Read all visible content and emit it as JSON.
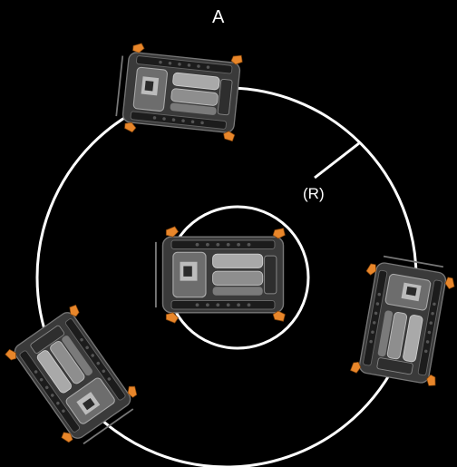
{
  "labels": {
    "point_a": "A",
    "radius": "(R)"
  },
  "colors": {
    "background": "#000000",
    "circles": "#ffffff",
    "robot_body": "#8a8a8a",
    "robot_dark": "#2a2a2a",
    "robot_light": "#d0d0d0",
    "wheel_accent": "#e8862a"
  },
  "robots": [
    {
      "name": "top",
      "heading_deg": 10
    },
    {
      "name": "center",
      "heading_deg": 0
    },
    {
      "name": "right",
      "heading_deg": -80
    },
    {
      "name": "lower-left",
      "heading_deg": 55
    }
  ]
}
